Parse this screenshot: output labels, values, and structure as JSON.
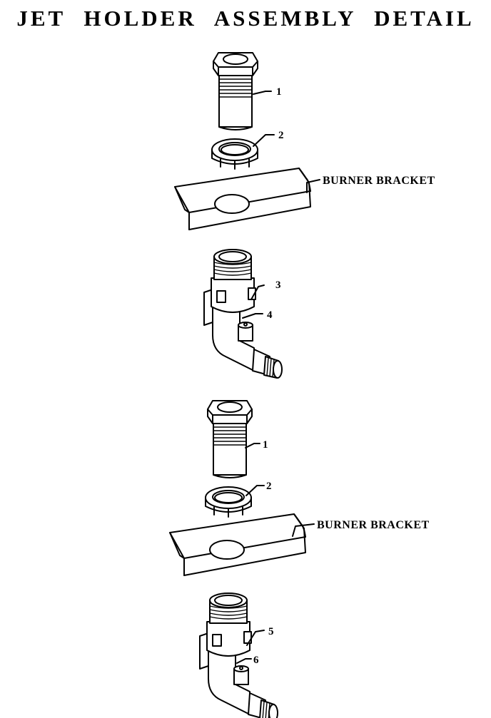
{
  "title": "JET HOLDER ASSEMBLY DETAIL",
  "upper_assembly": {
    "callouts": [
      "1",
      "2",
      "3",
      "4"
    ],
    "bracket_label": "BURNER BRACKET"
  },
  "lower_assembly": {
    "callouts": [
      "1",
      "2",
      "5",
      "6"
    ],
    "bracket_label": "BURNER BRACKET"
  }
}
